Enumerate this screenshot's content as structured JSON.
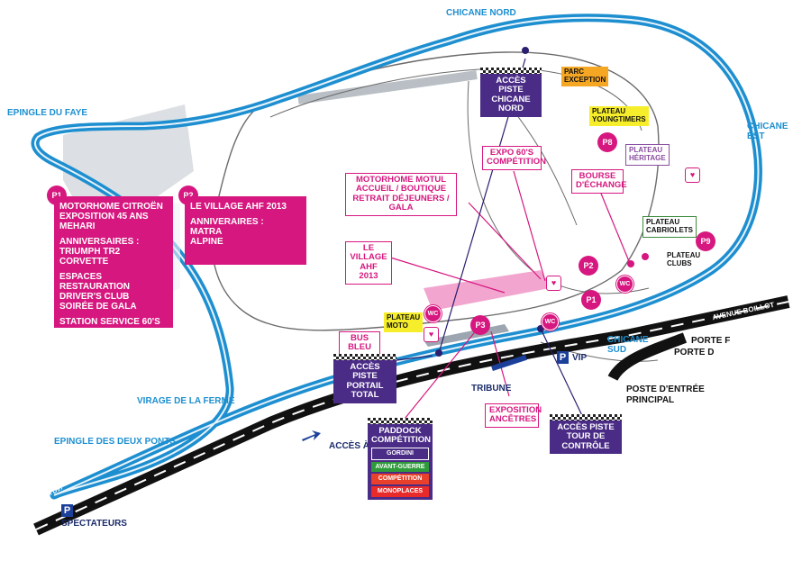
{
  "colors": {
    "track": "#1d8fd0",
    "magenta": "#d6177f",
    "access_purple": "#4a2b86",
    "road": "#111111",
    "gordini": "#4a2b86",
    "avant_guerre": "#2e9b3a",
    "competition": "#e8402a",
    "monoplaces": "#e82a2a"
  },
  "corners": {
    "chicane_nord": "CHICANE NORD",
    "epingle_faye": "EPINGLE DU FAYE",
    "chicane_est_1": "CHICANE",
    "chicane_est_2": "EST",
    "virage_ferme": "VIRAGE DE LA FERME",
    "epingle_deux_ponts": "EPINGLE DES DEUX PONTS",
    "chicane_sud_1": "CHICANE",
    "chicane_sud_2": "SUD"
  },
  "roads": {
    "avenue_boillot": "AVENUE BOILLOT",
    "vers_la_d97": "VERS LA D97",
    "acces_a_pied": "ACCÈS À PIED"
  },
  "gates": {
    "porte_f": "PORTE F",
    "porte_d": "PORTE D",
    "poste_1": "POSTE D'ENTRÉE",
    "poste_2": "PRINCIPAL",
    "tribune": "TRIBUNE",
    "vip": "VIP",
    "spectateurs": "SPECTATEURS",
    "p": "P"
  },
  "box_p1": {
    "pin": "P1",
    "lines": [
      "MOTORHOME CITROËN",
      "EXPOSITION 45 ANS MEHARI"
    ],
    "anniv_title": "ANNIVERSAIRES :",
    "anniv": [
      "TRIUMPH TR2",
      "CORVETTE"
    ],
    "resto": [
      "ESPACES RESTAURATION",
      "DRIVER'S CLUB",
      "SOIRÉE DE GALA"
    ],
    "station": "STATION SERVICE 60'S"
  },
  "box_p2": {
    "pin": "P2",
    "title": "LE VILLAGE AHF 2013",
    "anniv_title": "ANNIVERAIRES :",
    "anniv": [
      "MATRA",
      "ALPINE"
    ]
  },
  "labels": {
    "motorhome_motul": [
      "MOTORHOME MOTUL",
      "ACCUEIL / BOUTIQUE",
      "RETRAIT DÉJEUNERS / GALA"
    ],
    "expo_60s": [
      "EXPO 60'S",
      "COMPÉTITION"
    ],
    "bourse": [
      "BOURSE",
      "D'ÉCHANGE"
    ],
    "village_ahf": [
      "LE VILLAGE",
      "AHF 2013"
    ],
    "bus_bleu": "BUS BLEU",
    "exposition_ancetres": [
      "EXPOSITION",
      "ANCÊTRES"
    ],
    "plateau_moto": [
      "PLATEAU",
      "MOTO"
    ],
    "parc_exception": [
      "PARC",
      "EXCEPTION"
    ],
    "plateau_youngtimers": [
      "PLATEAU",
      "YOUNGTIMERS"
    ],
    "plateau_heritage": [
      "PLATEAU",
      "HÉRITAGE"
    ],
    "plateau_cabriolets": [
      "PLATEAU",
      "CABRIOLETS"
    ],
    "plateau_clubs": [
      "PLATEAU",
      "CLUBS"
    ]
  },
  "access": {
    "chicane_nord": [
      "ACCÈS PISTE",
      "CHICANE NORD"
    ],
    "portail_total": [
      "ACCÈS PISTE",
      "PORTAIL TOTAL"
    ],
    "tour_controle": [
      "ACCÈS PISTE",
      "TOUR DE CONTRÔLE"
    ],
    "paddock": [
      "PADDOCK",
      "COMPÉTITION"
    ]
  },
  "paddock_legend": [
    "GORDINI",
    "AVANT-GUERRE",
    "COMPÉTITION",
    "MONOPLACES"
  ],
  "pins": {
    "p1": "P1",
    "p2": "P2",
    "p3": "P3",
    "p8": "P8",
    "p9": "P9",
    "wc": "WC"
  },
  "icons": [
    "restaurant-icon",
    "parking-icon",
    "wc-icon",
    "arrow-right-icon"
  ]
}
